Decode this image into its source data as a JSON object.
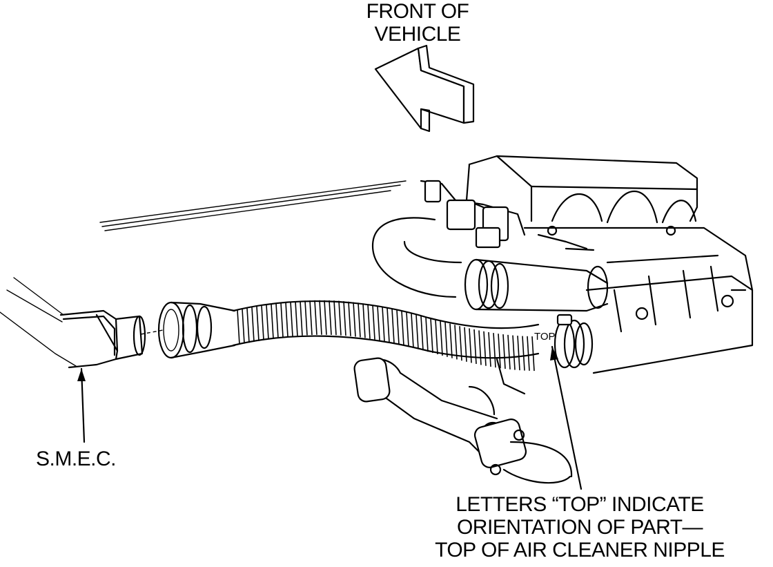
{
  "labels": {
    "front_line1": "FRONT OF",
    "front_line2": "VEHICLE",
    "smec": "S.M.E.C.",
    "top_marking": "TOP",
    "letters_line1": "LETTERS “TOP” INDICATE",
    "letters_line2": "ORIENTATION OF PART—",
    "letters_line3": "TOP OF AIR CLEANER NIPPLE"
  },
  "colors": {
    "ink": "#000000",
    "paper": "#ffffff"
  }
}
